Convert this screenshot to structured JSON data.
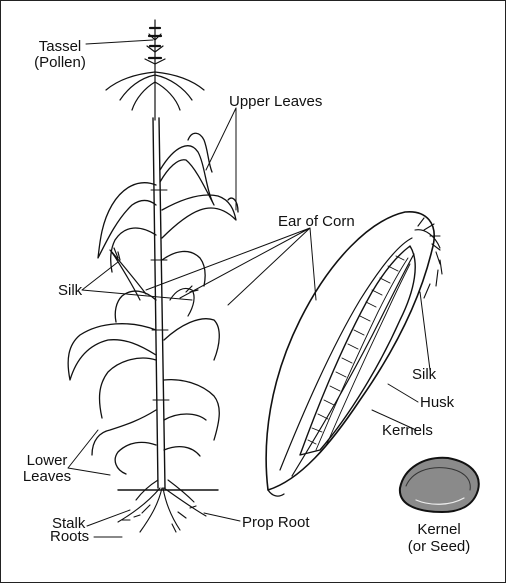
{
  "labels": {
    "tassel": "Tassel",
    "tassel_sub": "(Pollen)",
    "upper_leaves": "Upper Leaves",
    "ear_of_corn": "Ear of Corn",
    "silk_left": "Silk",
    "lower_leaves_1": "Lower",
    "lower_leaves_2": "Leaves",
    "stalk": "Stalk",
    "roots": "Roots",
    "prop_root": "Prop Root",
    "silk_right": "Silk",
    "husk": "Husk",
    "kernels": "Kernels",
    "kernel": "Kernel",
    "kernel_sub": "(or Seed)"
  }
}
